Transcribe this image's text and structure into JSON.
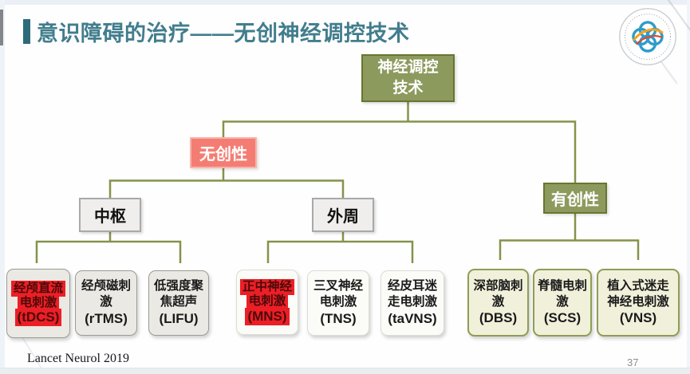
{
  "slide": {
    "title": "意识障碍的治疗——无创神经调控技术",
    "citation": "Lancet Neurol 2019",
    "page_number": "37",
    "logo": "sun-yat-sen-hospital-logo"
  },
  "colors": {
    "title_teal": "#417d8d",
    "olive_green": "#8c9a5e",
    "salmon_pink": "#f47d73",
    "highlight_red": "#ec1f26",
    "connector_olive": "#84934a"
  },
  "tree": {
    "root": {
      "lines": [
        "神经调控",
        "技术"
      ]
    },
    "level1": [
      {
        "id": "noninvasive",
        "label": "无创性"
      },
      {
        "id": "invasive",
        "label": "有创性"
      }
    ],
    "level2": [
      {
        "id": "central",
        "label": "中枢"
      },
      {
        "id": "peripheral",
        "label": "外周"
      }
    ],
    "leaves": [
      {
        "id": "tdcs",
        "lines": [
          "经颅直流",
          "电刺激",
          "(tDCS)"
        ],
        "highlighted": true
      },
      {
        "id": "rtms",
        "lines": [
          "经颅磁刺",
          "激",
          "(rTMS)"
        ],
        "highlighted": false
      },
      {
        "id": "lifu",
        "lines": [
          "低强度聚",
          "焦超声",
          "(LIFU)"
        ],
        "highlighted": false
      },
      {
        "id": "mns",
        "lines": [
          "正中神经",
          "电刺激",
          "(MNS)"
        ],
        "highlighted": true
      },
      {
        "id": "tns",
        "lines": [
          "三叉神经",
          "电刺激",
          "(TNS)"
        ],
        "highlighted": false
      },
      {
        "id": "tavns",
        "lines": [
          "经皮耳迷",
          "走电刺激",
          "(taVNS)"
        ],
        "highlighted": false
      },
      {
        "id": "dbs",
        "lines": [
          "深部脑刺",
          "激",
          "(DBS)"
        ],
        "highlighted": false
      },
      {
        "id": "scs",
        "lines": [
          "脊髓电刺",
          "激",
          "(SCS)"
        ],
        "highlighted": false
      },
      {
        "id": "vns",
        "lines": [
          "植入式迷走",
          "神经电刺激",
          "(VNS)"
        ],
        "highlighted": false
      }
    ]
  }
}
